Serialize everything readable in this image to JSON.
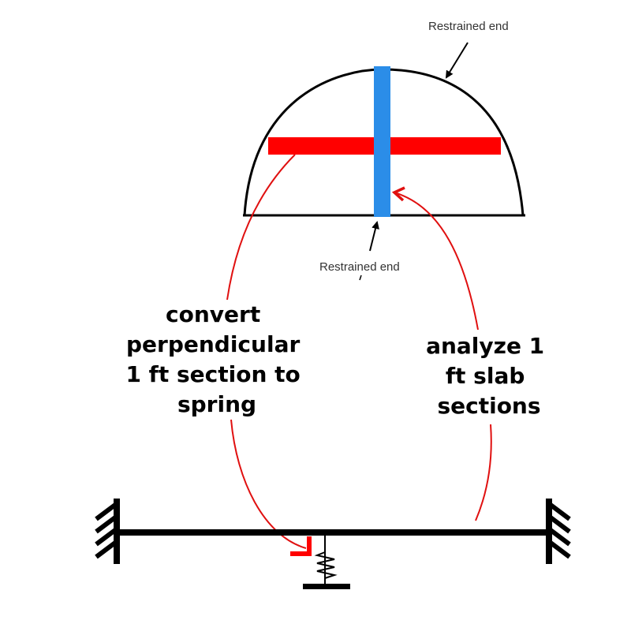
{
  "labels": {
    "restrained_top": "Restrained end",
    "restrained_bottom": "Restrained end",
    "left_annotation": [
      "convert",
      "perpendicular",
      "1 ft section to",
      "spring"
    ],
    "right_annotation": [
      "analyze 1",
      "ft slab",
      "sections"
    ]
  },
  "colors": {
    "outline": "#000000",
    "red_section": "#ff0000",
    "blue_section": "#2b8de8",
    "arrow_red": "#e01010",
    "label_gray": "#333333"
  }
}
